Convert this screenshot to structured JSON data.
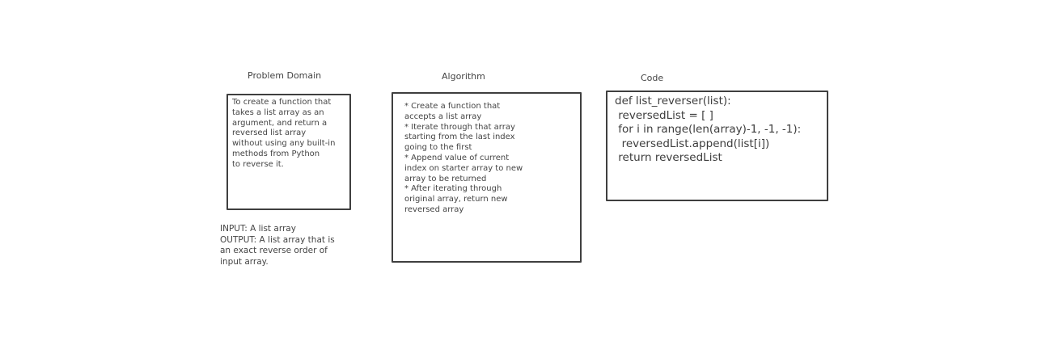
{
  "sections": {
    "problem": {
      "title": "Problem Domain",
      "lines": "To create a function that\ntakes a list array as an\nargument, and return a\nreversed list array\nwithout using any built-in\nmethods from Python\nto reverse it."
    },
    "algorithm": {
      "title": "Algorithm",
      "lines": "* Create a function that\naccepts a list array\n* Iterate through that array\nstarting from the last index\ngoing to the first\n* Append value of current\nindex on starter array to new\narray to be returned\n* After iterating through\noriginal array, return new\nreversed array"
    },
    "code": {
      "title": "Code",
      "lines": "def list_reverser(list):\n reversedList = [ ]\n for i in range(len(array)-1, -1, -1):\n  reversedList.append(list[i])\n return reversedList"
    },
    "io": {
      "lines": "INPUT: A list array\nOUTPUT: A list array that is\nan exact reverse order of\ninput array."
    }
  }
}
